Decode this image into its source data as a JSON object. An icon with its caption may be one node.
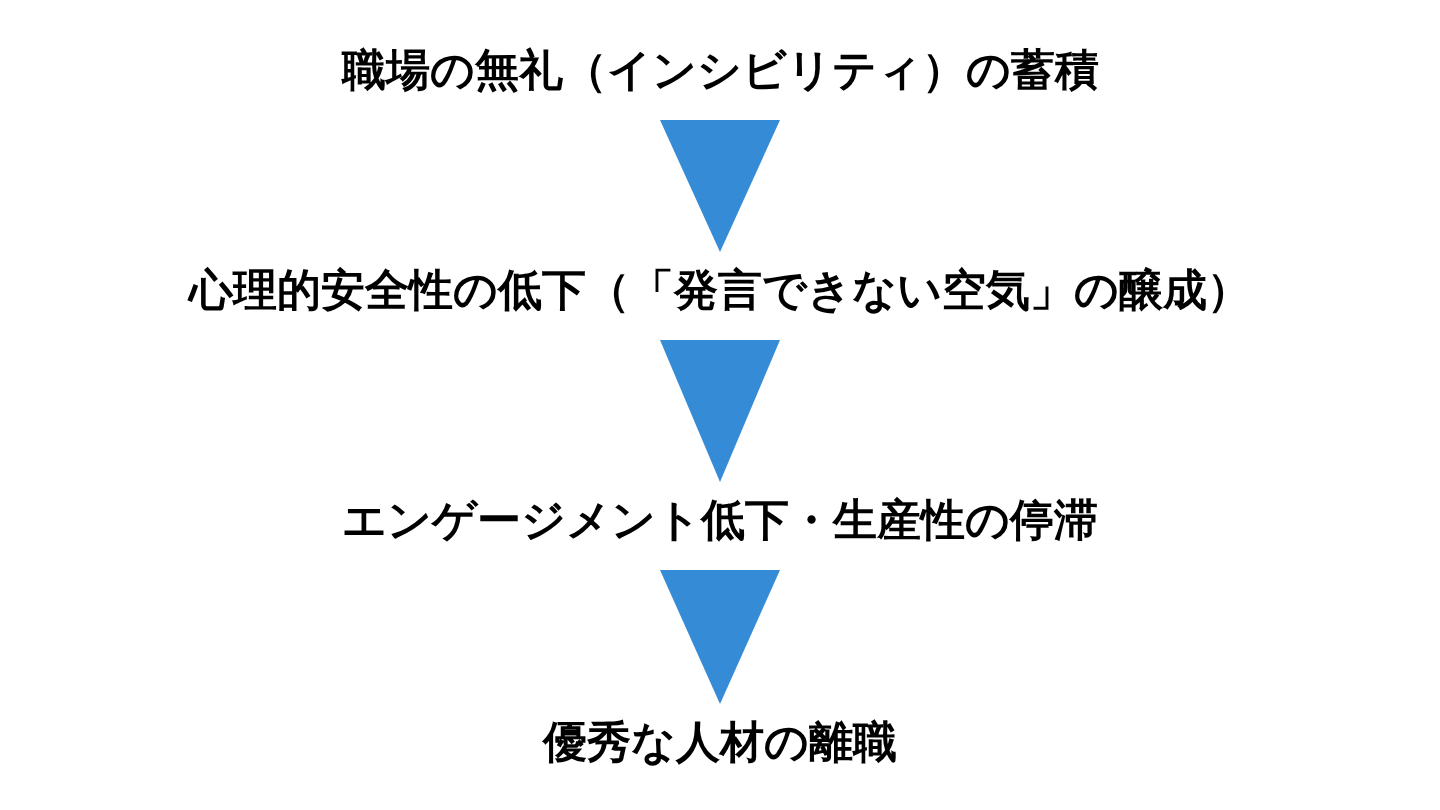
{
  "diagram": {
    "nodes": [
      {
        "text": [
          "職場の無礼（インシビリティ）の蓄積"
        ]
      },
      {
        "text": [
          "心理的安全性の低下（「発言できない空気」の醸成）"
        ]
      },
      {
        "text": [
          "エンゲージメント低下・生産性の停滞"
        ]
      },
      {
        "text": [
          "優秀な人材の離職"
        ]
      }
    ],
    "edges": [
      {
        "from": 0,
        "to": 1,
        "arrow": "to"
      },
      {
        "from": 1,
        "to": 2,
        "arrow": "to"
      },
      {
        "from": 2,
        "to": 3,
        "arrow": "to"
      }
    ]
  }
}
